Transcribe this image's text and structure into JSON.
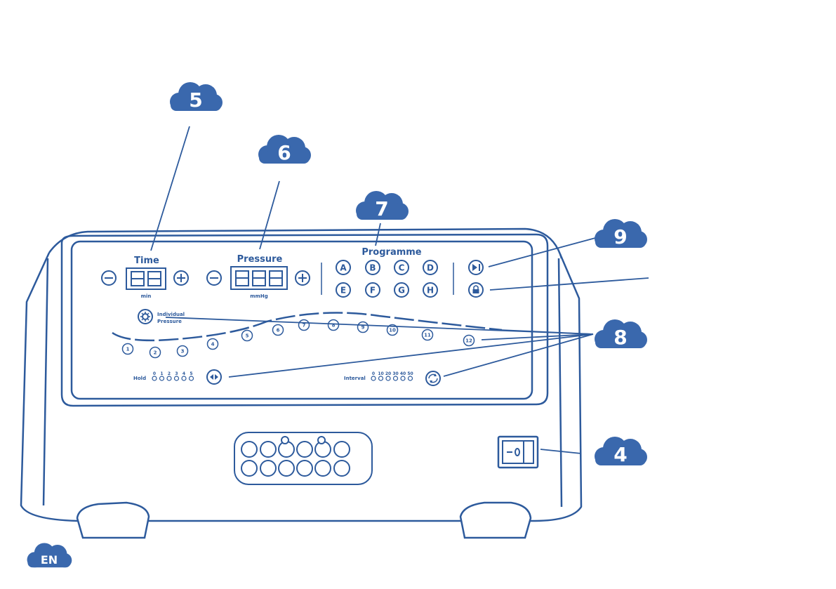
{
  "callouts": {
    "c5": "5",
    "c6": "6",
    "c7": "7",
    "c9": "9",
    "c8": "8",
    "c4": "4"
  },
  "language_badge": "EN",
  "panel": {
    "time_label": "Time",
    "time_unit": "min",
    "pressure_label": "Pressure",
    "pressure_unit": "mmHg",
    "programme_label": "Programme",
    "programmes": [
      "A",
      "B",
      "C",
      "D",
      "E",
      "F",
      "G",
      "H"
    ],
    "individual_pressure_line1": "Individual",
    "individual_pressure_line2": "Pressure",
    "chambers": [
      "1",
      "2",
      "3",
      "4",
      "5",
      "6",
      "7",
      "8",
      "9",
      "10",
      "11",
      "12"
    ],
    "hold_label": "Hold",
    "hold_values": [
      "0",
      "1",
      "2",
      "3",
      "4",
      "5"
    ],
    "interval_label": "Interval",
    "interval_values": [
      "0",
      "10",
      "20",
      "30",
      "40",
      "50"
    ]
  },
  "colors": {
    "line": "#2d5a9c",
    "badge": "#3a68ad"
  },
  "icons": {
    "minus": "minus-circle-icon",
    "plus": "plus-circle-icon",
    "play_pause": "play-pause-icon",
    "lock": "lock-icon",
    "gear": "gear-icon",
    "hold_arrows": "left-right-arrows-icon",
    "cycle": "cycle-icon"
  }
}
